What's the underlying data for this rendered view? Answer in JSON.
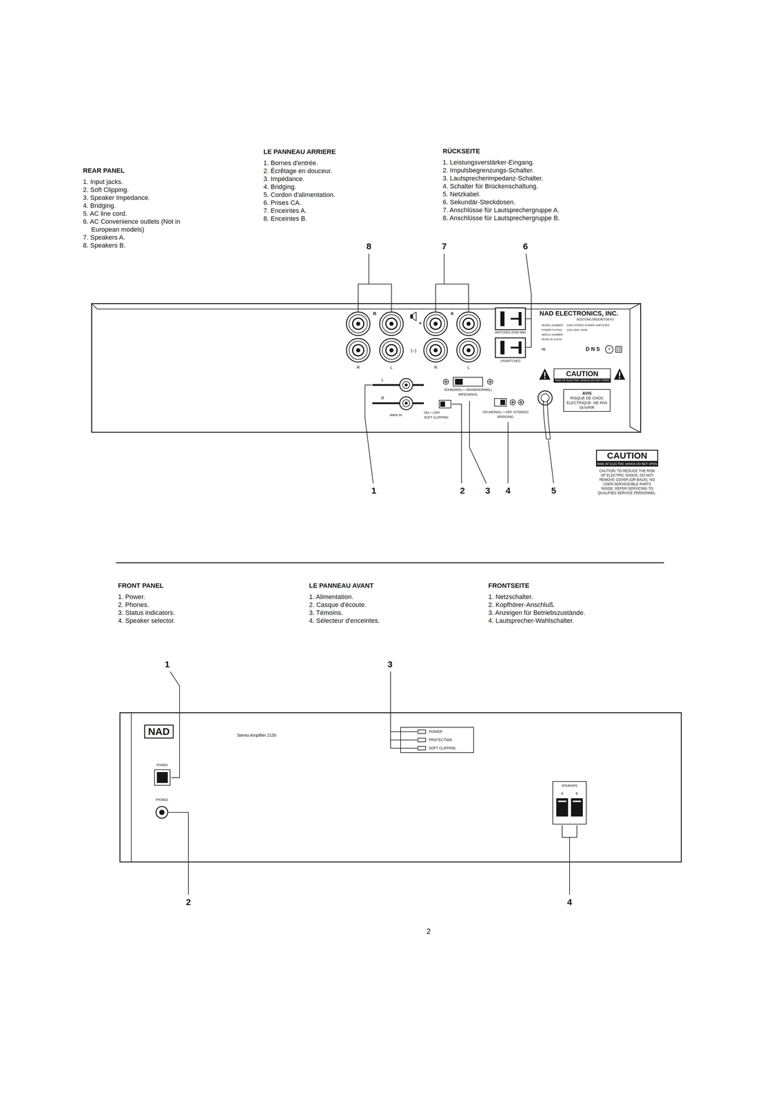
{
  "diagram": {
    "nodes": [
      {
        "text": [
          "B",
          "+",
          "A",
          "(–)",
          "R",
          "L",
          "R",
          "L",
          "SWITCHED 250W MAX",
          "UNSWITCHED",
          "NAD ELECTRONICS, INC.",
          "BOSTON/LONDON/TOKYO",
          "MODEL NUMBER",
          "2155 STEREO POWER AMPLIFIER",
          "POWER RATING",
          "120V 60Hz 340W",
          "SERIAL NUMBER",
          "MADE IN JAPAN",
          "UL",
          "D N S",
          "fi",
          "L",
          "R",
          "MAIN IN",
          "4OHM(MIN) • • 8OHM(NORMAL)",
          "IMPEDANCE",
          "ON • • OFF",
          "SOFT CLIPPING",
          "ON (MONO) • • OFF (STEREO)",
          "BRIDGING"
        ]
      },
      {
        "text": [
          "CAUTION",
          "RISK OF ELECTRIC SHOCK DO NOT OPEN"
        ],
        "in": 0
      },
      {
        "text": [
          "AVIS",
          "RISQUE DE CHOC ELECTRIQUE- NE PAS OUVRIR"
        ],
        "in": 0
      },
      {
        "text": [
          "CAUTION",
          "RISK OF ELECTRIC SHOCK DO NOT OPEN",
          "CAUTION: TO REDUCE THE RISK OF ELECTRIC SHOCK, DO NOT REMOVE COVER (OR BACK). NO USER-SERVICEABLE PARTS INSIDE. REFER SERVICING TO QUALIFIED SERVICE PERSONNEL."
        ]
      },
      {
        "text": [
          "Stereo Amplifier 2155",
          "POWER",
          "PHONES",
          "SPEAKERS",
          "A",
          "B"
        ]
      },
      {
        "text": [
          "NAD"
        ],
        "in": 4
      },
      {
        "text": [
          "POWER",
          "PROTECTION",
          "SOFT CLIPPING"
        ],
        "in": 4
      }
    ],
    "labels": [
      "REAR PANEL",
      "1. Input jacks.",
      "2. Soft Clipping.",
      "3. Speaker Impedance.",
      "4. Bridging.",
      "5. AC line cord.",
      "6. AC Convenience outlets (Not in European models)",
      "7. Speakers A.",
      "8. Speakers B.",
      "LE PANNEAU ARRIERE",
      "1. Bornes d'entrée.",
      "2. Écrêtage en douceur.",
      "3. Impédance.",
      "4. Bridging.",
      "5. Cordon d'alimentation.",
      "6. Prises CA.",
      "7. Enceintes A.",
      "8. Enceintes B.",
      "RÜCKSEITE",
      "1. Leistungsverstärker-Eingang.",
      "2. Impulsbegrenzungs-Schalter.",
      "3. Lautsprecherimpedanz-Schalter.",
      "4. Schalter für Brückenschaltung.",
      "5. Netzkabel.",
      "6. Sekundär-Steckdosen.",
      "7. Anschlüsse für Lautsprechergruppe A.",
      "8. Anschlüsse für Lautsprechergruppe B.",
      "8",
      "7",
      "6",
      "1",
      "2",
      "3",
      "4",
      "5",
      "FRONT PANEL",
      "1. Power.",
      "2. Phones.",
      "3. Status indicators.",
      "4. Speaker selector.",
      "LE PANNEAU AVANT",
      "1. Alimentation.",
      "2. Casque d'écoute.",
      "3. Témoins.",
      "4. Sélecteur d'enceintes.",
      "FRONTSEITE",
      "1. Netzschalter.",
      "2. Kopfhörer-Anschluß.",
      "3. Anzeigen für Betriebszustände.",
      "4. Lautsprecher-Wahlschalter.",
      "1",
      "3",
      "2",
      "4",
      "2"
    ]
  }
}
